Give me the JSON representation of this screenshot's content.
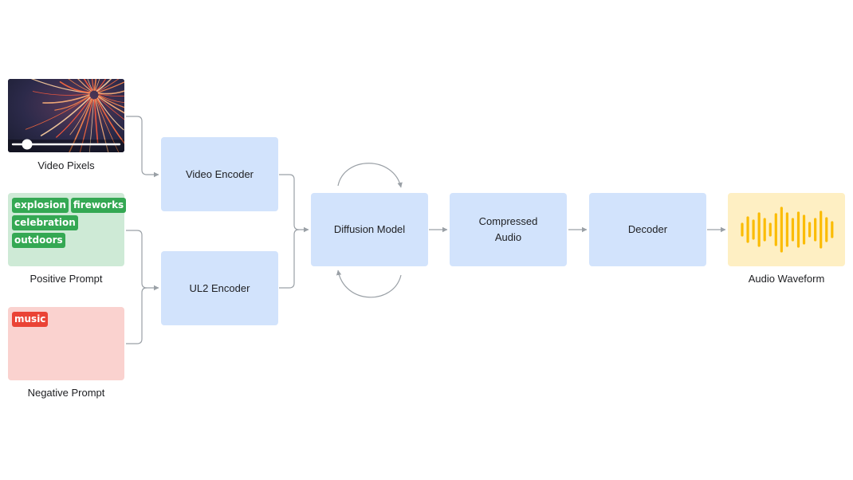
{
  "inputs": {
    "video": {
      "caption": "Video Pixels"
    },
    "positive": {
      "caption": "Positive Prompt",
      "tags": [
        [
          "explosion",
          "fireworks"
        ],
        [
          "celebration"
        ],
        [
          "outdoors"
        ]
      ]
    },
    "negative": {
      "caption": "Negative Prompt",
      "tags": [
        [
          "music"
        ]
      ]
    }
  },
  "nodes": {
    "video_encoder": "Video Encoder",
    "ul2_encoder": "UL2 Encoder",
    "diffusion_model": "Diffusion Model",
    "compressed_audio": "Compressed\nAudio",
    "decoder": "Decoder"
  },
  "output": {
    "caption": "Audio Waveform"
  },
  "colors": {
    "process": "#d2e3fc",
    "positive": "#ceead6",
    "negative": "#fad2cf",
    "waveform_bg": "#feefc3",
    "waveform_bars": "#fbbc04",
    "tag_green": "#34a853",
    "tag_red": "#ea4335",
    "connector": "#9aa0a6"
  },
  "icons": {
    "video": "fireworks-thumbnail",
    "progress": "video-scrubber",
    "waveform": "audio-waveform-icon",
    "loop": "circular-arrow-icon"
  }
}
